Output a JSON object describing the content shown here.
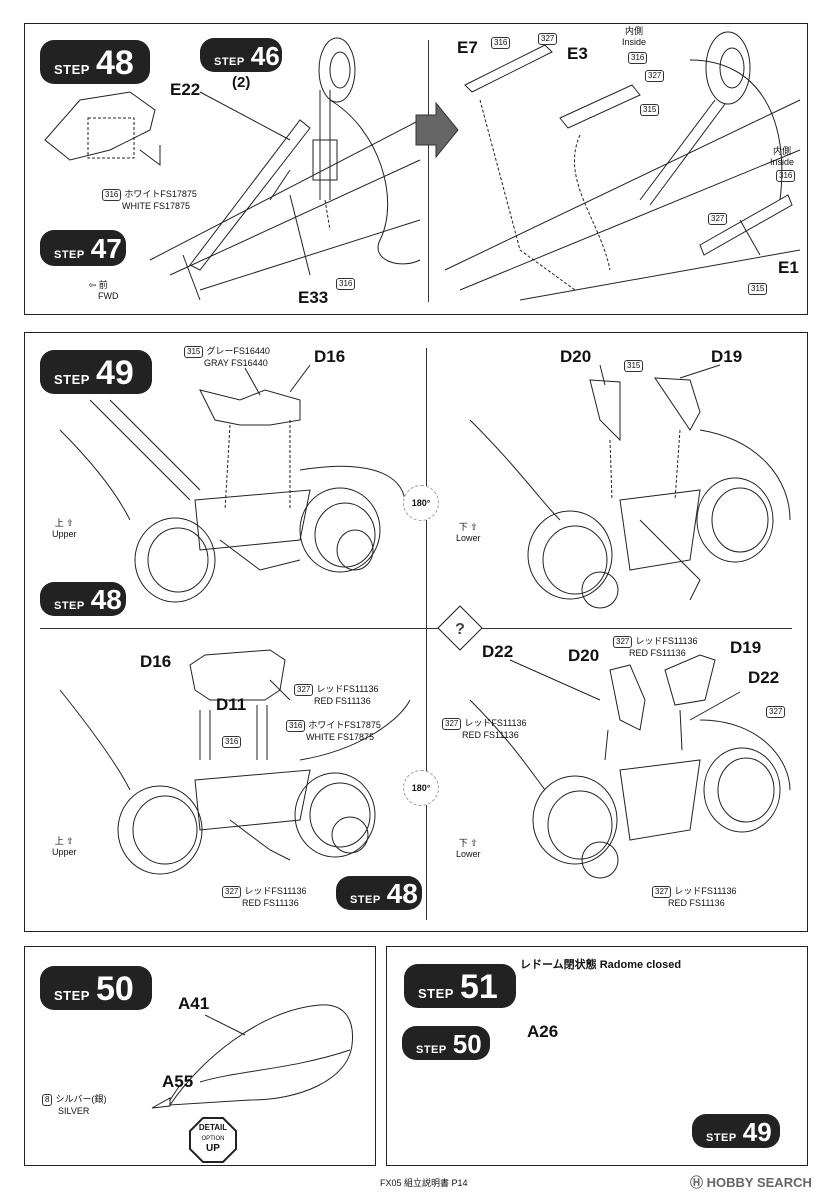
{
  "panel1": {
    "step48": {
      "word": "STEP",
      "num": "48"
    },
    "step46": {
      "word": "STEP",
      "num": "46",
      "sub": "(2)"
    },
    "step47": {
      "word": "STEP",
      "num": "47"
    },
    "parts": {
      "e22": "E22",
      "e33": "E33",
      "e7": "E7",
      "e3": "E3",
      "e1": "E1"
    },
    "callouts": {
      "c316": "316",
      "c327": "327",
      "c315": "315"
    },
    "white_note": {
      "num": "316",
      "jp": "ホワイトFS17875",
      "en": "WHITE FS17875"
    },
    "inside1": {
      "jp": "内側",
      "en": "Inside"
    },
    "inside2": {
      "jp": "内側",
      "en": "Inside"
    },
    "fwd": {
      "jp": "前",
      "en": "FWD"
    }
  },
  "panel2": {
    "step49": {
      "word": "STEP",
      "num": "49"
    },
    "step48a": {
      "word": "STEP",
      "num": "48"
    },
    "step48b": {
      "word": "STEP",
      "num": "48"
    },
    "parts": {
      "d16a": "D16",
      "d20a": "D20",
      "d19a": "D19",
      "d16b": "D16",
      "d11": "D11",
      "d22a": "D22",
      "d20b": "D20",
      "d19b": "D19",
      "d22b": "D22"
    },
    "gray_note": {
      "num": "315",
      "jp": "グレーFS16440",
      "en": "GRAY FS16440"
    },
    "c315": "315",
    "red1": {
      "num": "327",
      "jp": "レッドFS11136",
      "en": "RED FS11136"
    },
    "white2": {
      "num": "316",
      "jp": "ホワイトFS17875",
      "en": "WHITE FS17875"
    },
    "c316": "316",
    "red2": {
      "num": "327",
      "jp": "レッドFS11136",
      "en": "RED FS11136"
    },
    "red3": {
      "num": "327",
      "jp": "レッドFS11136",
      "en": "RED FS11136"
    },
    "red4": {
      "num": "327",
      "jp": "レッドFS11136",
      "en": "RED FS11136"
    },
    "red5": {
      "num": "327",
      "jp": "レッドFS11136",
      "en": "RED FS11136"
    },
    "c327": "327",
    "upper1": {
      "jp": "上",
      "en": "Upper"
    },
    "lower1": {
      "jp": "下",
      "en": "Lower"
    },
    "upper2": {
      "jp": "上",
      "en": "Upper"
    },
    "lower2": {
      "jp": "下",
      "en": "Lower"
    },
    "rot": "180°"
  },
  "panel3": {
    "step50": {
      "word": "STEP",
      "num": "50"
    },
    "parts": {
      "a41": "A41",
      "a55": "A55"
    },
    "silver": {
      "num": "8",
      "jp": "シルバー(銀)",
      "en": "SILVER"
    },
    "detail": {
      "l1": "DETAIL",
      "l2": "OPTION",
      "l3": "UP"
    }
  },
  "panel4": {
    "step51": {
      "word": "STEP",
      "num": "51"
    },
    "step50": {
      "word": "STEP",
      "num": "50"
    },
    "step49": {
      "word": "STEP",
      "num": "49"
    },
    "title": {
      "jp": "レドーム閉状態",
      "en": "Radome closed"
    },
    "parts": {
      "a26": "A26"
    }
  },
  "footer": {
    "text": "FX05 組立説明書 P14",
    "brand": "HOBBY SEARCH"
  }
}
